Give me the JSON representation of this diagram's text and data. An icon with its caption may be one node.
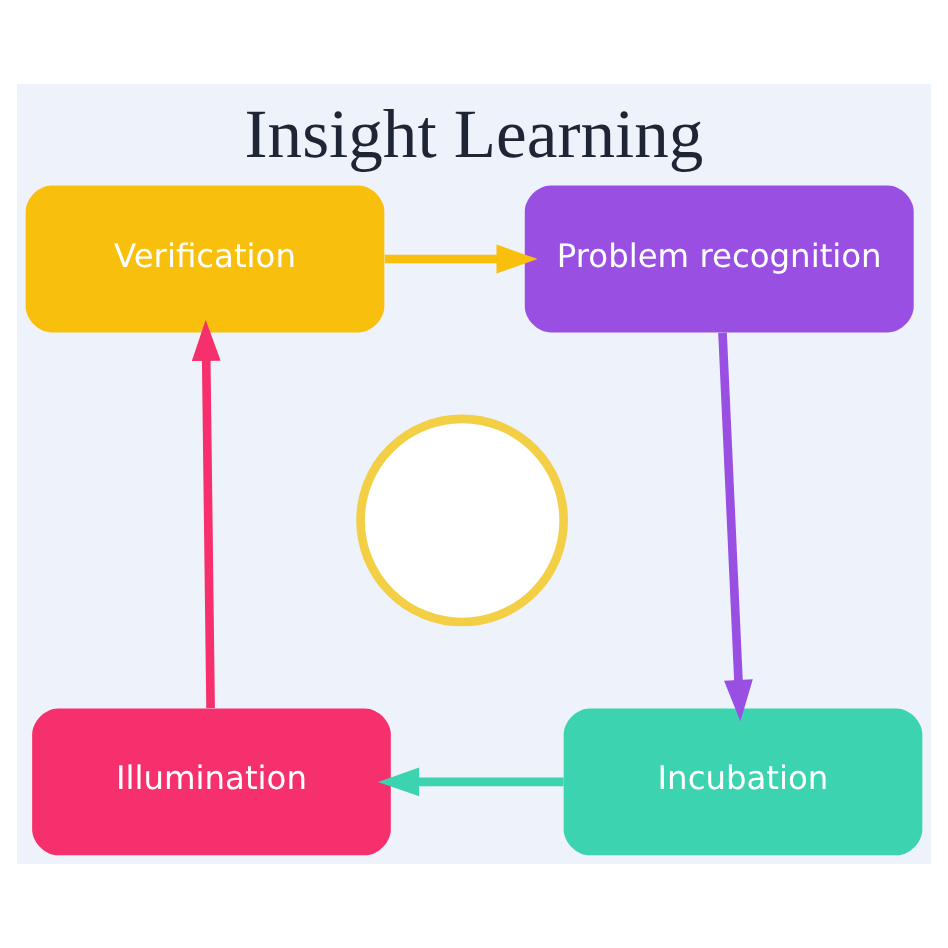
{
  "diagram": {
    "title": "Insight Learning",
    "nodes": [
      {
        "text": [
          "Verification"
        ]
      },
      {
        "text": [
          "Problem recognition"
        ]
      },
      {
        "text": [],
        "shape": "circle"
      },
      {
        "text": [
          "Illumination"
        ]
      },
      {
        "text": [
          "Incubation"
        ]
      }
    ],
    "edges": [
      {
        "from": 0,
        "to": 1,
        "arrow": "to",
        "color": "#f9bf0d"
      },
      {
        "from": 1,
        "to": 4,
        "arrow": "to",
        "color": "#9a4fe3"
      },
      {
        "from": 4,
        "to": 3,
        "arrow": "to",
        "color": "#3cd3b0"
      },
      {
        "from": 3,
        "to": 0,
        "arrow": "to",
        "color": "#f5306c"
      }
    ]
  }
}
